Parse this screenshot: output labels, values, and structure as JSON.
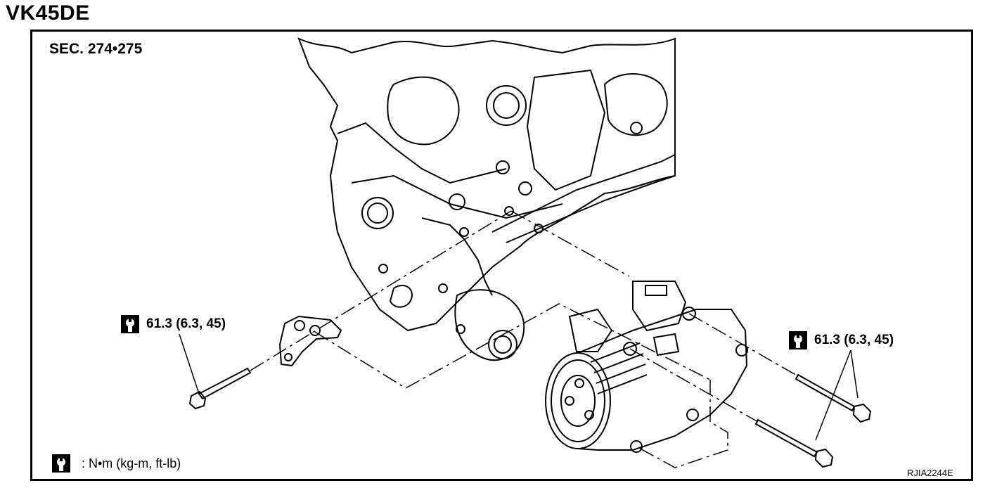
{
  "header": {
    "engine_code": "VK45DE"
  },
  "figure": {
    "section_label": "SEC. 274•275",
    "torque_left": "61.3 (6.3, 45)",
    "torque_right": "61.3 (6.3, 45)",
    "legend_text": ":  N•m  (kg-m,  ft-lb)",
    "reference_code": "RJIA2244E"
  }
}
